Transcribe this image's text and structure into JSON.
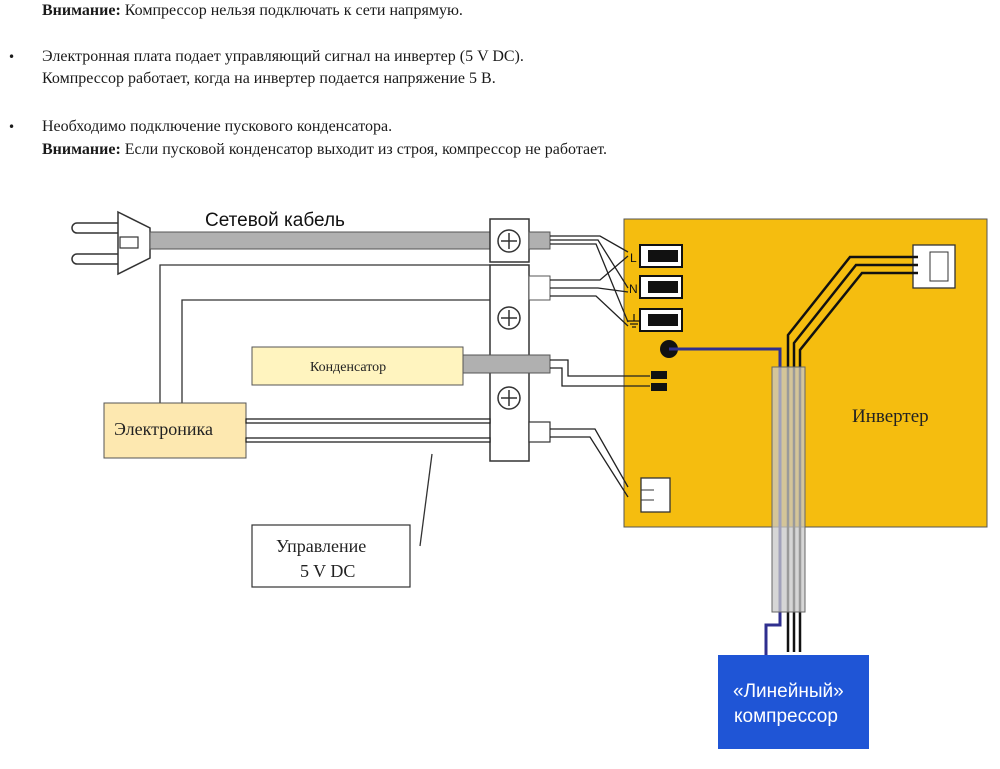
{
  "text": {
    "warning_label": "Внимание:",
    "line1_rest": " Компрессор нельзя подключать к сети напрямую.",
    "bullet2_line1": "Электронная плата подает управляющий сигнал на инвертер (5 V DC).",
    "bullet2_line2": "Компрессор работает, когда на инвертер подается напряжение 5 В.",
    "bullet3_line1": "Необходимо подключение пускового конденсатора.",
    "bullet3_warning_label": "Внимание:",
    "bullet3_line2_rest": " Если пусковой конденсатор выходит из строя, компрессор не работает.",
    "bullet_symbol": "•"
  },
  "diagram": {
    "power_cable_label": "Сетевой кабель",
    "capacitor_label": "Конденсатор",
    "electronics_label": "Электроника",
    "control_label_line1": "Управление",
    "control_label_line2": "5 V DC",
    "inverter_label": "Инвертер",
    "terminal_L": "L",
    "terminal_N": "N",
    "compressor_line1": "«Линейный»",
    "compressor_line2": "компрессор"
  },
  "colors": {
    "inverter_fill": "#f5bd0f",
    "box_fill": "#fff4bf",
    "electronics_fill": "#fde8b0",
    "compressor_fill": "#1f55d6",
    "cable_gray": "#b0b0b0",
    "control_wire_blue": "#2f2f8f"
  }
}
